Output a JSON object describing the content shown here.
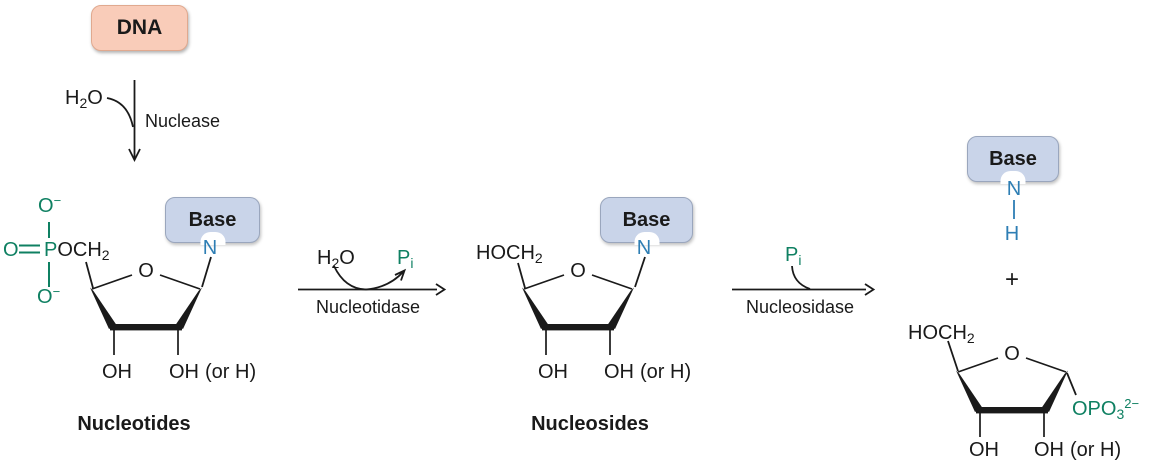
{
  "colors": {
    "green": "#0f8062",
    "blue": "#2e7eb4",
    "ink": "#1a1a1a",
    "dna_box_bg": "#f9ccb9",
    "dna_box_border": "#e0a98f",
    "base_box_bg": "#c9d4e9",
    "base_box_border": "#9aa6bd"
  },
  "dna": {
    "label": "DNA"
  },
  "nuclease_step": {
    "h2o_pre": "H",
    "h2o_sub": "2",
    "h2o_post": "O",
    "enzyme": "Nuclease"
  },
  "nucleotide": {
    "phosphate": {
      "o_top": "O",
      "o_top_charge": "−",
      "o_left": "O",
      "p": "P",
      "och": "OCH",
      "och_sub": "2",
      "o_bottom": "O",
      "o_bottom_charge": "−"
    },
    "ring_o": "O",
    "base_label": "Base",
    "n_label": "N",
    "oh_left": "OH",
    "oh_right": "OH",
    "or_h": "(or H)",
    "caption": "Nucleotides"
  },
  "nucleotidase_step": {
    "h2o_pre": "H",
    "h2o_sub": "2",
    "h2o_post": "O",
    "pi_main": "P",
    "pi_sub": "i",
    "enzyme": "Nucleotidase"
  },
  "nucleoside": {
    "hoch": "HOCH",
    "hoch_sub": "2",
    "ring_o": "O",
    "base_label": "Base",
    "n_label": "N",
    "oh_left": "OH",
    "oh_right": "OH",
    "or_h": "(or H)",
    "caption": "Nucleosides"
  },
  "nucleosidase_step": {
    "pi_main": "P",
    "pi_sub": "i",
    "enzyme": "Nucleosidase"
  },
  "products": {
    "base_label": "Base",
    "n_label": "N",
    "h_label": "H",
    "plus": "+",
    "ribose_phosphate": {
      "hoch": "HOCH",
      "hoch_sub": "2",
      "ring_o": "O",
      "opo": "OPO",
      "opo_sub": "3",
      "opo_sup": "2−",
      "oh_left": "OH",
      "oh_right": "OH",
      "or_h": "(or H)"
    }
  }
}
